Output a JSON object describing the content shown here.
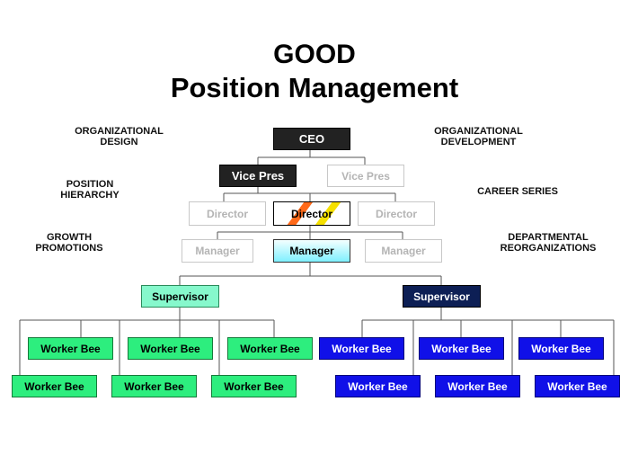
{
  "title": {
    "line1": "GOOD",
    "line2": "Position Management"
  },
  "side_labels": {
    "left": {
      "org_design": [
        "ORGANIZATIONAL",
        "DESIGN"
      ],
      "position_hierarchy": [
        "POSITION",
        "HIERARCHY"
      ],
      "growth_promotions": [
        "GROWTH",
        "PROMOTIONS"
      ]
    },
    "right": {
      "org_development": [
        "ORGANIZATIONAL",
        "DEVELOPMENT"
      ],
      "career_series": [
        "CAREER SERIES"
      ],
      "dept_reorg": [
        "DEPARTMENTAL",
        "REORGANIZATIONS"
      ]
    }
  },
  "chart": {
    "ceo": "CEO",
    "vp_active": "Vice Pres",
    "vp_ghost": "Vice Pres",
    "director_ghost": "Director",
    "director_active": "Director",
    "manager_ghost": "Manager",
    "manager_active": "Manager",
    "supervisor_left": "Supervisor",
    "supervisor_right": "Supervisor",
    "worker": "Worker Bee"
  },
  "colors": {
    "green": "#2dee7e",
    "blue": "#1010e8",
    "mint": "#86f8cc",
    "navy": "#0d1f55",
    "dark": "#222222"
  }
}
